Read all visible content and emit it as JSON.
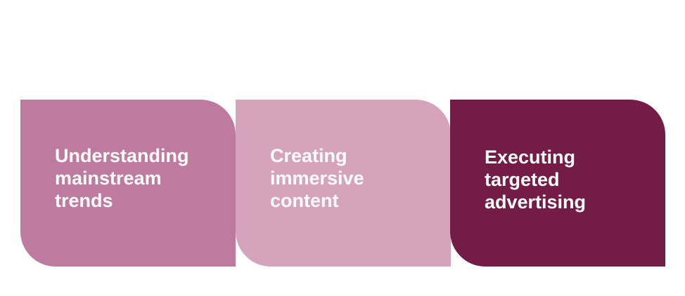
{
  "steps": [
    {
      "label": "Understanding\nmainstream\ntrends",
      "color": "#bf7a9f"
    },
    {
      "label": "Creating\nimmersive\ncontent",
      "color": "#d6a3bd"
    },
    {
      "label": "Executing\ntargeted\nadvertising",
      "color": "#721c46"
    }
  ]
}
